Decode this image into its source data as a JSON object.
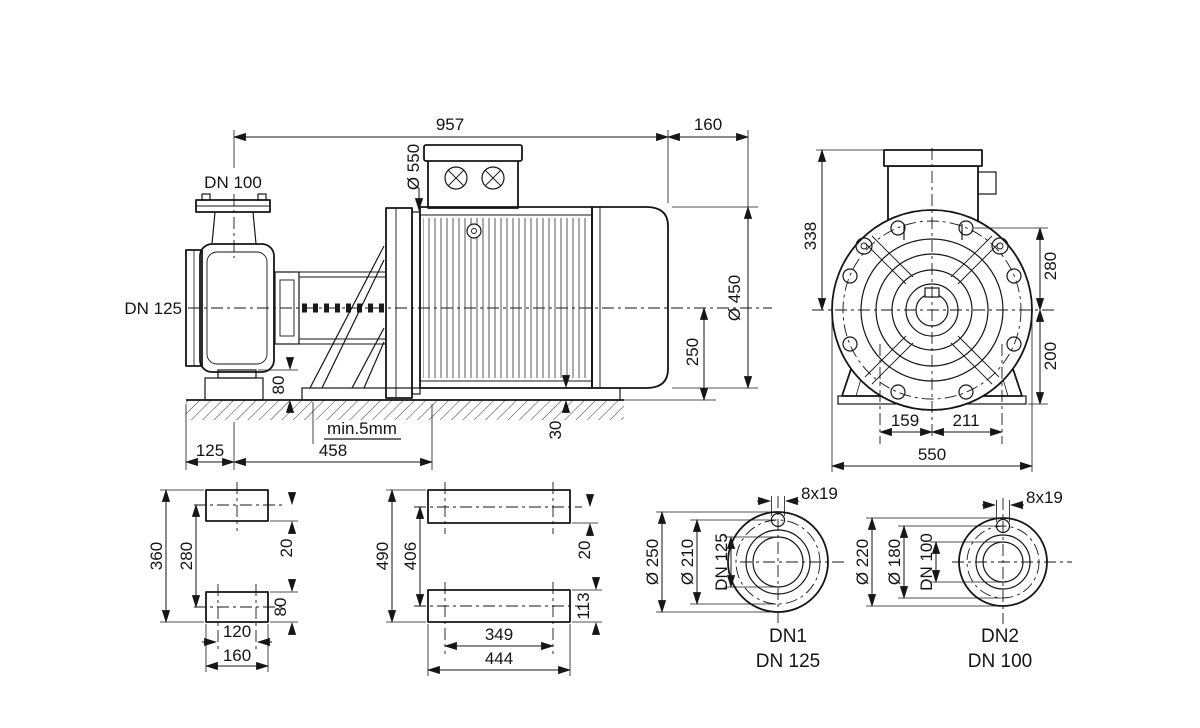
{
  "side": {
    "total_length": "957",
    "removal_space": "160",
    "discharge_label": "DN 100",
    "suction_label": "DN 125",
    "flange_dia": "Ø 550",
    "motor_dia": "Ø 450",
    "shaft_height": "250",
    "block_height": "80",
    "grout_gap": "min.5mm",
    "plate_height": "30",
    "suction_offset": "125",
    "foot_distance": "458"
  },
  "front": {
    "height_top": "338",
    "bolt_to_center": "280",
    "center_to_foot": "200",
    "foot_left": "159",
    "foot_right": "211",
    "overall_width": "550"
  },
  "pump_foot_plan": {
    "outer_span": "360",
    "hole_span": "280",
    "pad_offset": "20",
    "pad_height": "80",
    "hole_width": "120",
    "pad_width": "160"
  },
  "motor_foot_plan": {
    "outer_span": "490",
    "hole_span": "406",
    "pad_offset": "20",
    "pad_height": "113",
    "hole_width": "349",
    "pad_width": "444"
  },
  "flange_dn125": {
    "bolt_holes": "8x19",
    "outer_dia": "Ø 250",
    "bolt_circle": "Ø 210",
    "bore": "DN 125",
    "caption_id": "DN1",
    "caption_size": "DN 125"
  },
  "flange_dn100": {
    "bolt_holes": "8x19",
    "outer_dia": "Ø 220",
    "bolt_circle": "Ø 180",
    "bore": "DN 100",
    "caption_id": "DN2",
    "caption_size": "DN 100"
  }
}
